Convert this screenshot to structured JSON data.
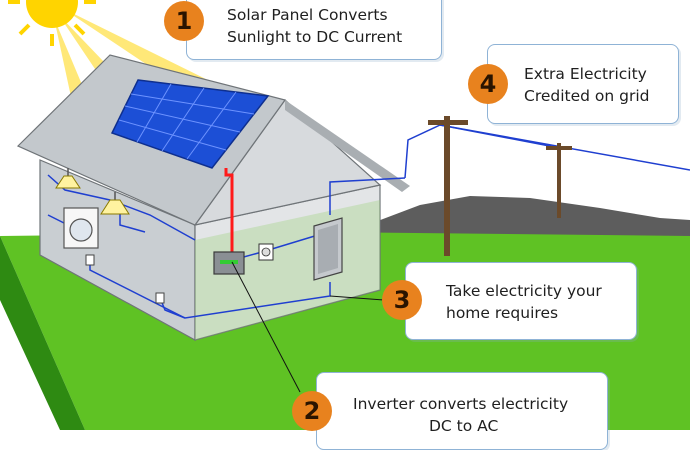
{
  "steps": [
    {
      "number": "1",
      "line1": "Solar Panel Converts",
      "line2": "Sunlight to DC Current"
    },
    {
      "number": "2",
      "line1": "Inverter converts electricity",
      "line2": "DC to AC"
    },
    {
      "number": "3",
      "line1": "Take electricity your",
      "line2": "home requires"
    },
    {
      "number": "4",
      "line1": "Extra Electricity",
      "line2": "Credited on grid"
    }
  ],
  "colors": {
    "sky": "#ffffff",
    "grass": "#5fc224",
    "grass_dark": "#2e8a12",
    "hill": "#5d5d5d",
    "roof": "#c9ced2",
    "wall": "#e3e5e7",
    "solar_panel": "#1c4fd6",
    "sun": "#ffd400",
    "sun_ray": "#ffe66a",
    "dc_wire": "#ff1a1a",
    "ac_wire": "#1f3fd0",
    "badge": "#e8821e",
    "callout_border": "#8fb3d6"
  },
  "icons": [
    "sun-icon",
    "solar-panel-icon",
    "lamp-icon",
    "washing-machine-icon",
    "inverter-icon",
    "meter-icon",
    "breaker-panel-icon",
    "power-pole-icon",
    "outlet-icon"
  ]
}
